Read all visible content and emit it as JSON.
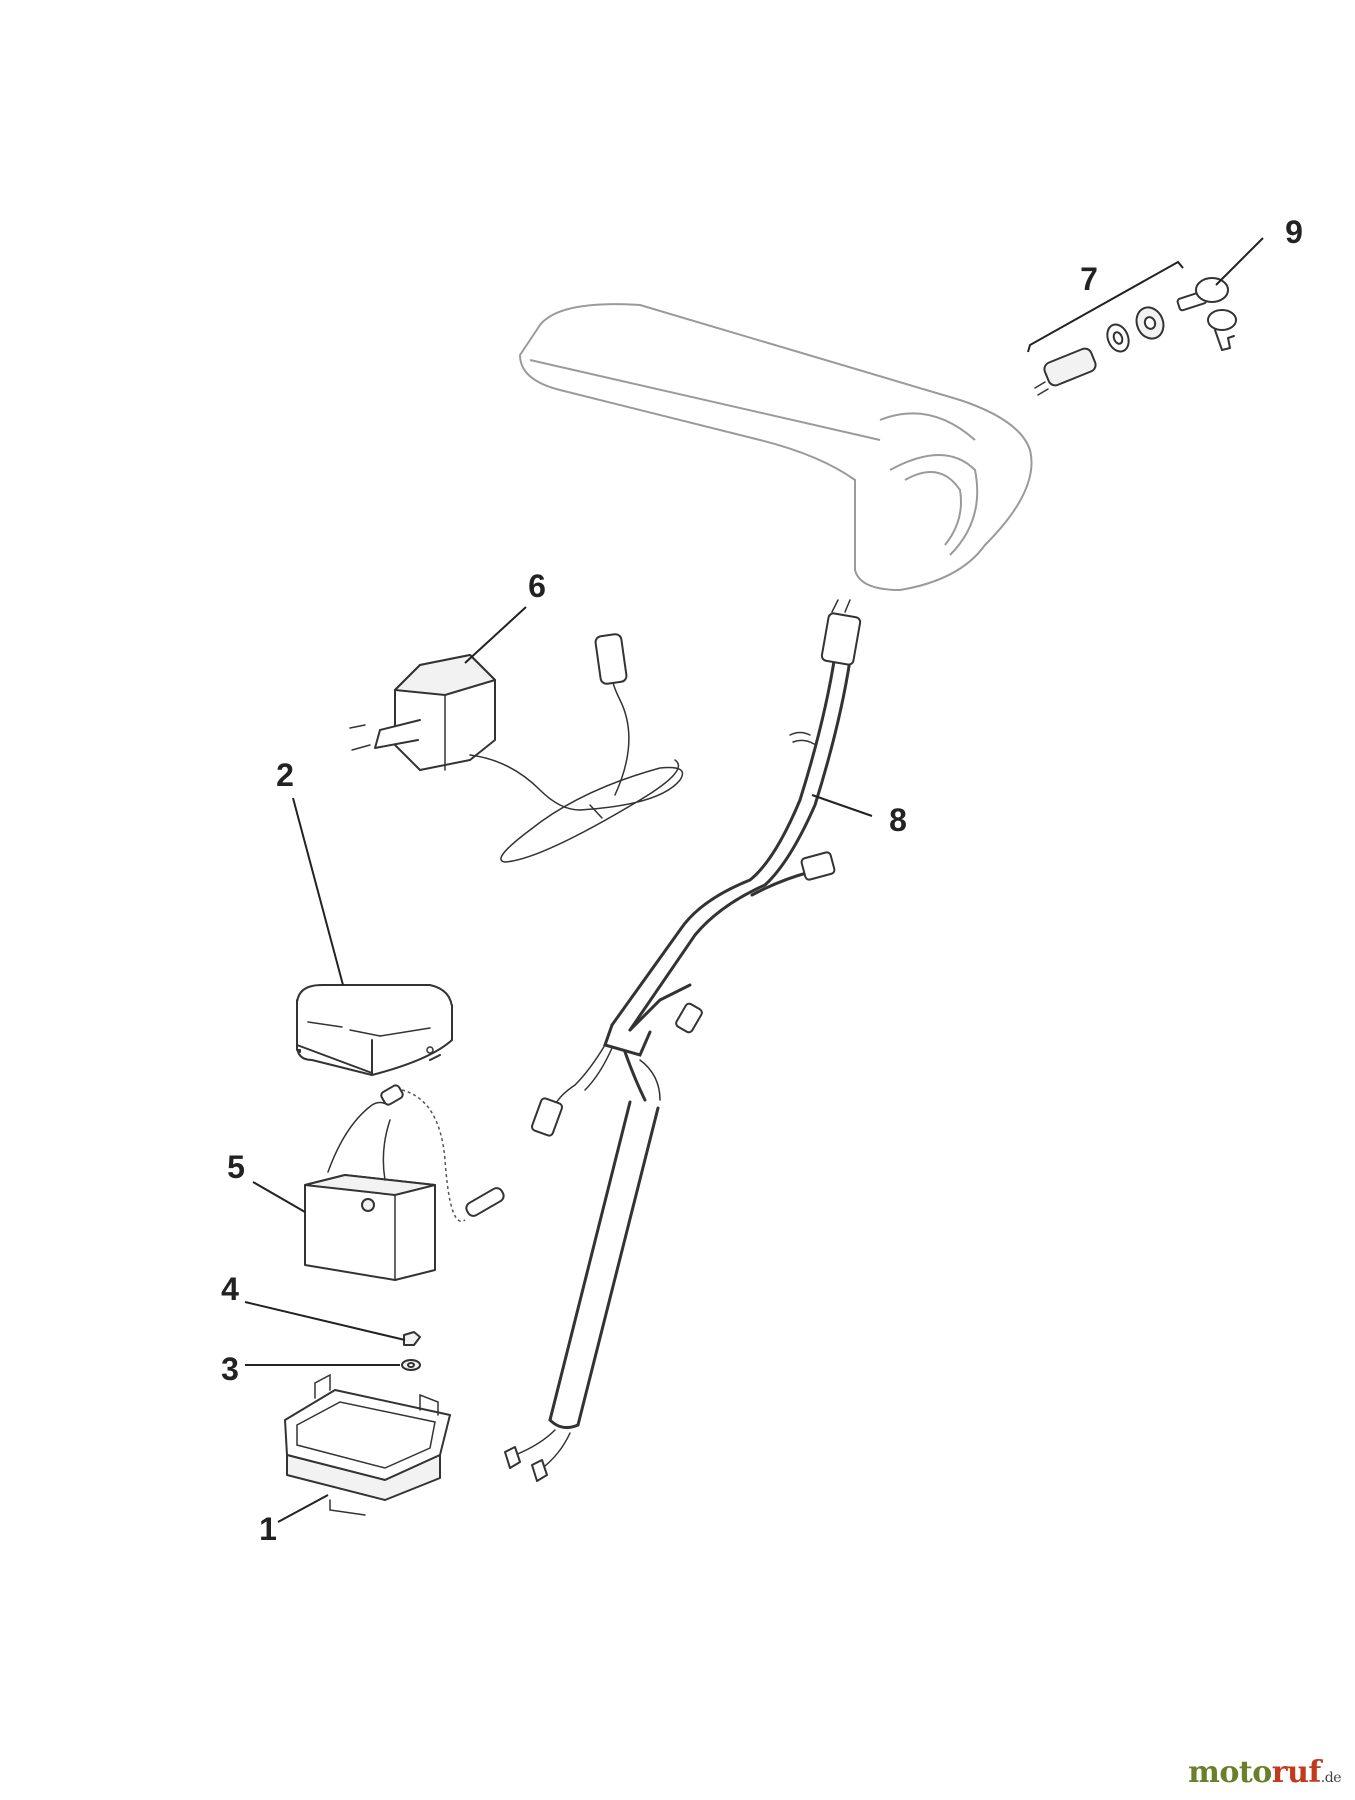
{
  "callouts": {
    "c1": "1",
    "c2": "2",
    "c3": "3",
    "c4": "4",
    "c5": "5",
    "c6": "6",
    "c7": "7",
    "c8": "8",
    "c9": "9"
  },
  "watermark": {
    "moto": "moto",
    "ruf": "ruf",
    "tld": ".de"
  }
}
